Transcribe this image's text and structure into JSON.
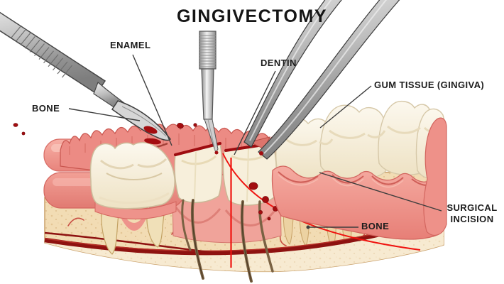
{
  "title": "GINGIVECTOMY",
  "labels": {
    "enamel": "ENAMEL",
    "dentin": "DENTIN",
    "bone_left": "BONE",
    "gum_tissue": "GUM TISSUE (GINGIVA)",
    "surgical_incision": "SURGICAL INCISION",
    "bone_right": "BONE"
  },
  "illustration_parts": {
    "scalpel": "scalpel-blade-instrument",
    "chisel": "surgical-chisel-instrument",
    "tweezers": "dental-tweezers-instrument",
    "incision": "red-incision-line",
    "blood": "blood-droplets",
    "vessel": "jaw-blood-vessel"
  },
  "palette": {
    "background": "#ffffff",
    "label_text": "#1d1d1d",
    "leader_line": "#3d3d3d",
    "gum_pink": "#ef968e",
    "gum_pink_dark": "#d3665f",
    "bone_tan": "#f2dcb4",
    "bone_speckle": "#d9b47c",
    "tooth_ivory": "#f8f3e6",
    "tooth_shadow": "#e7dabb",
    "blood_red": "#a30d10",
    "incision_red": "#ef1410",
    "vessel_dark_red": "#8e1210",
    "instrument_gray": "#c0c0c0",
    "outline_dark": "#3a3a3a"
  }
}
